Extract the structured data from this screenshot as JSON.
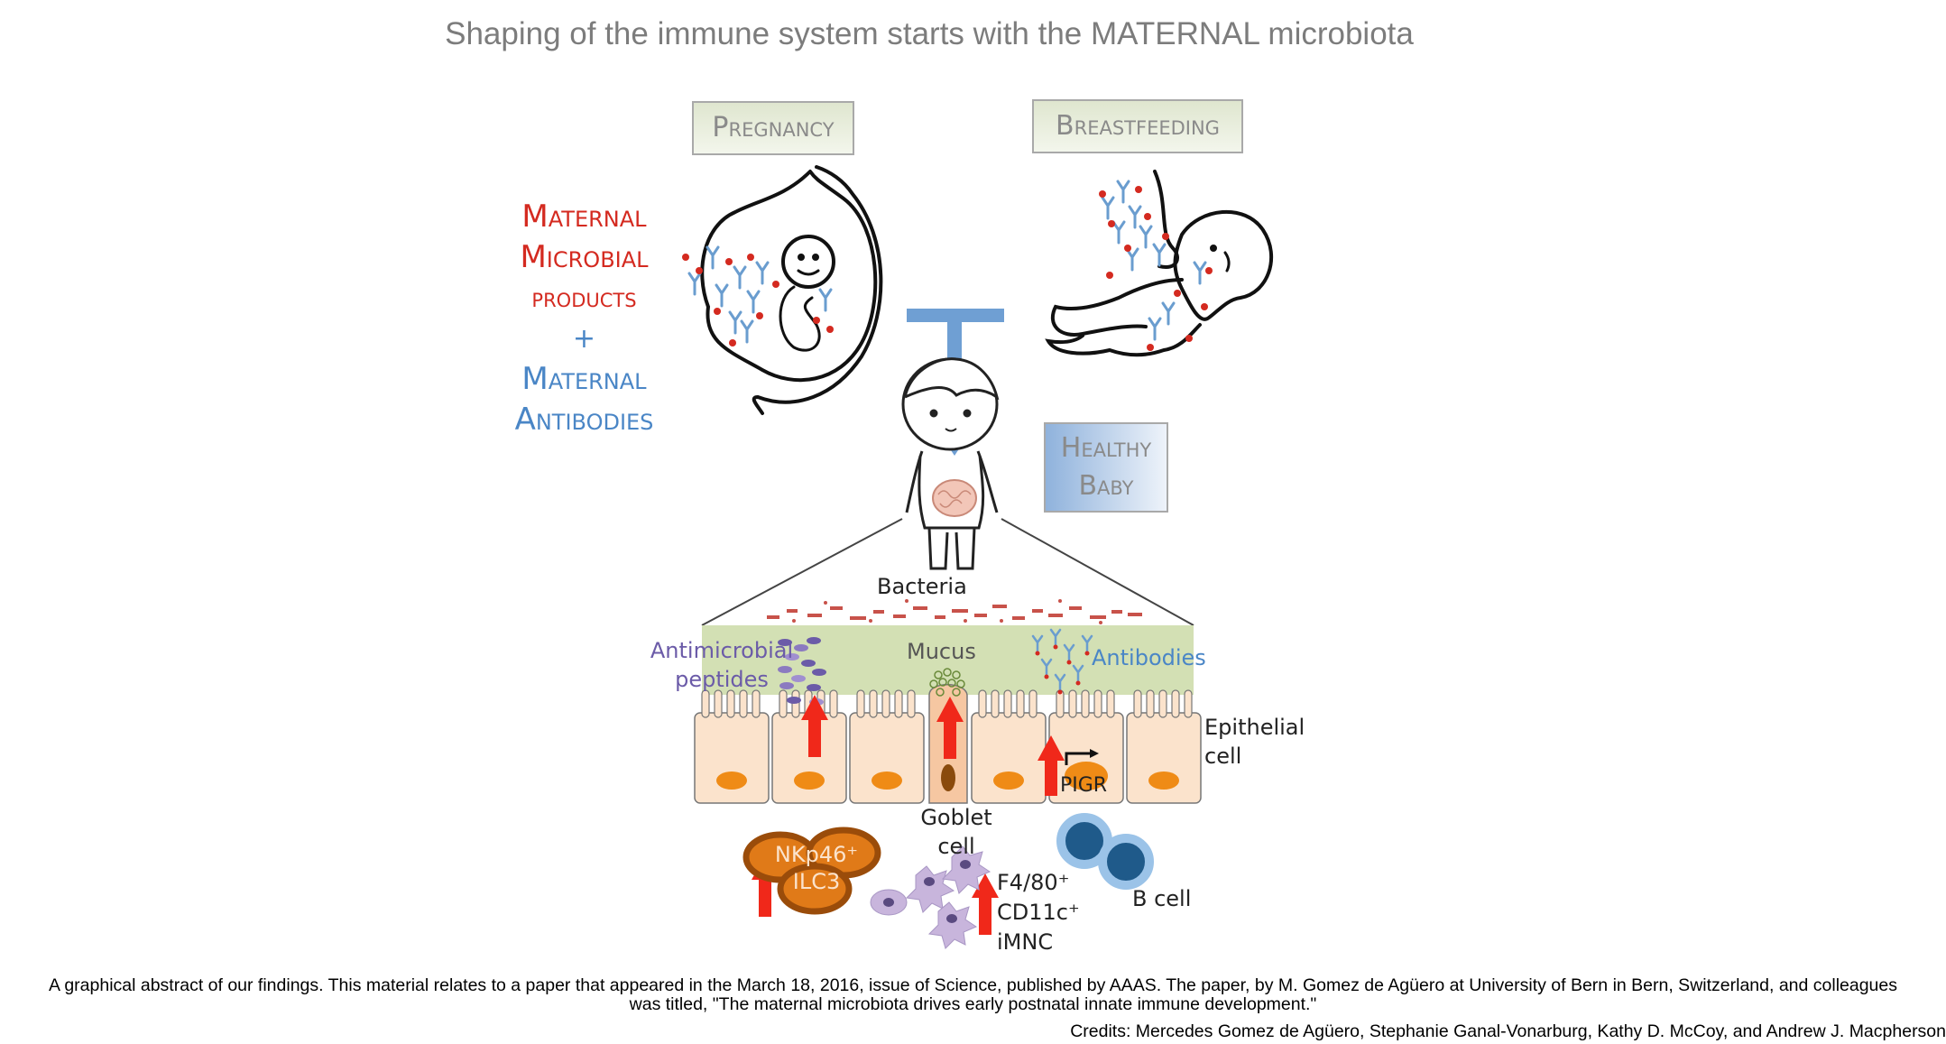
{
  "title": "Shaping of the immune system starts with the MATERNAL microbiota",
  "stages": {
    "pregnancy": "Pregnancy",
    "breastfeeding": "Breastfeeding"
  },
  "maternal_text": {
    "line1": "Maternal",
    "line2": "Microbial",
    "line3": "products",
    "plus": "+",
    "line4": "Maternal",
    "line5": "Antibodies"
  },
  "healthy_baby": {
    "line1": "Healthy",
    "line2": "Baby"
  },
  "gut_labels": {
    "bacteria": "Bacteria",
    "antimicrobial_1": "Antimicrobial",
    "antimicrobial_2": "peptides",
    "mucus": "Mucus",
    "antibodies": "Antibodies",
    "epithelial_1": "Epithelial",
    "epithelial_2": "cell",
    "pigr": "PIGR",
    "goblet_1": "Goblet",
    "goblet_2": "cell",
    "nkp46": "NKp46⁺",
    "ilc3": "ILC3",
    "f480": "F4/80⁺",
    "cd11c": "CD11c⁺",
    "imnc": "iMNC",
    "bcell": "B cell"
  },
  "caption": {
    "line1": "A graphical abstract of our findings. This material relates to a paper that appeared in the March 18, 2016, issue of Science, published by AAAS. The paper, by M. Gomez de Agüero at University of Bern in Bern, Switzerland, and colleagues",
    "line2": "was titled, \"The maternal microbiota drives early postnatal innate immune development.\"",
    "credits": "Credits: Mercedes Gomez de Agüero, Stephanie Ganal-Vonarburg, Kathy D. McCoy, and Andrew J. Macpherson"
  },
  "colors": {
    "maternal_red": "#d42a20",
    "antibody_blue": "#4a86c6",
    "arrow_red": "#f0281a",
    "mucus_green": "#d3e0b4",
    "epithelial_fill": "#fbe3cc",
    "nucleus_orange": "#ef8b16"
  }
}
